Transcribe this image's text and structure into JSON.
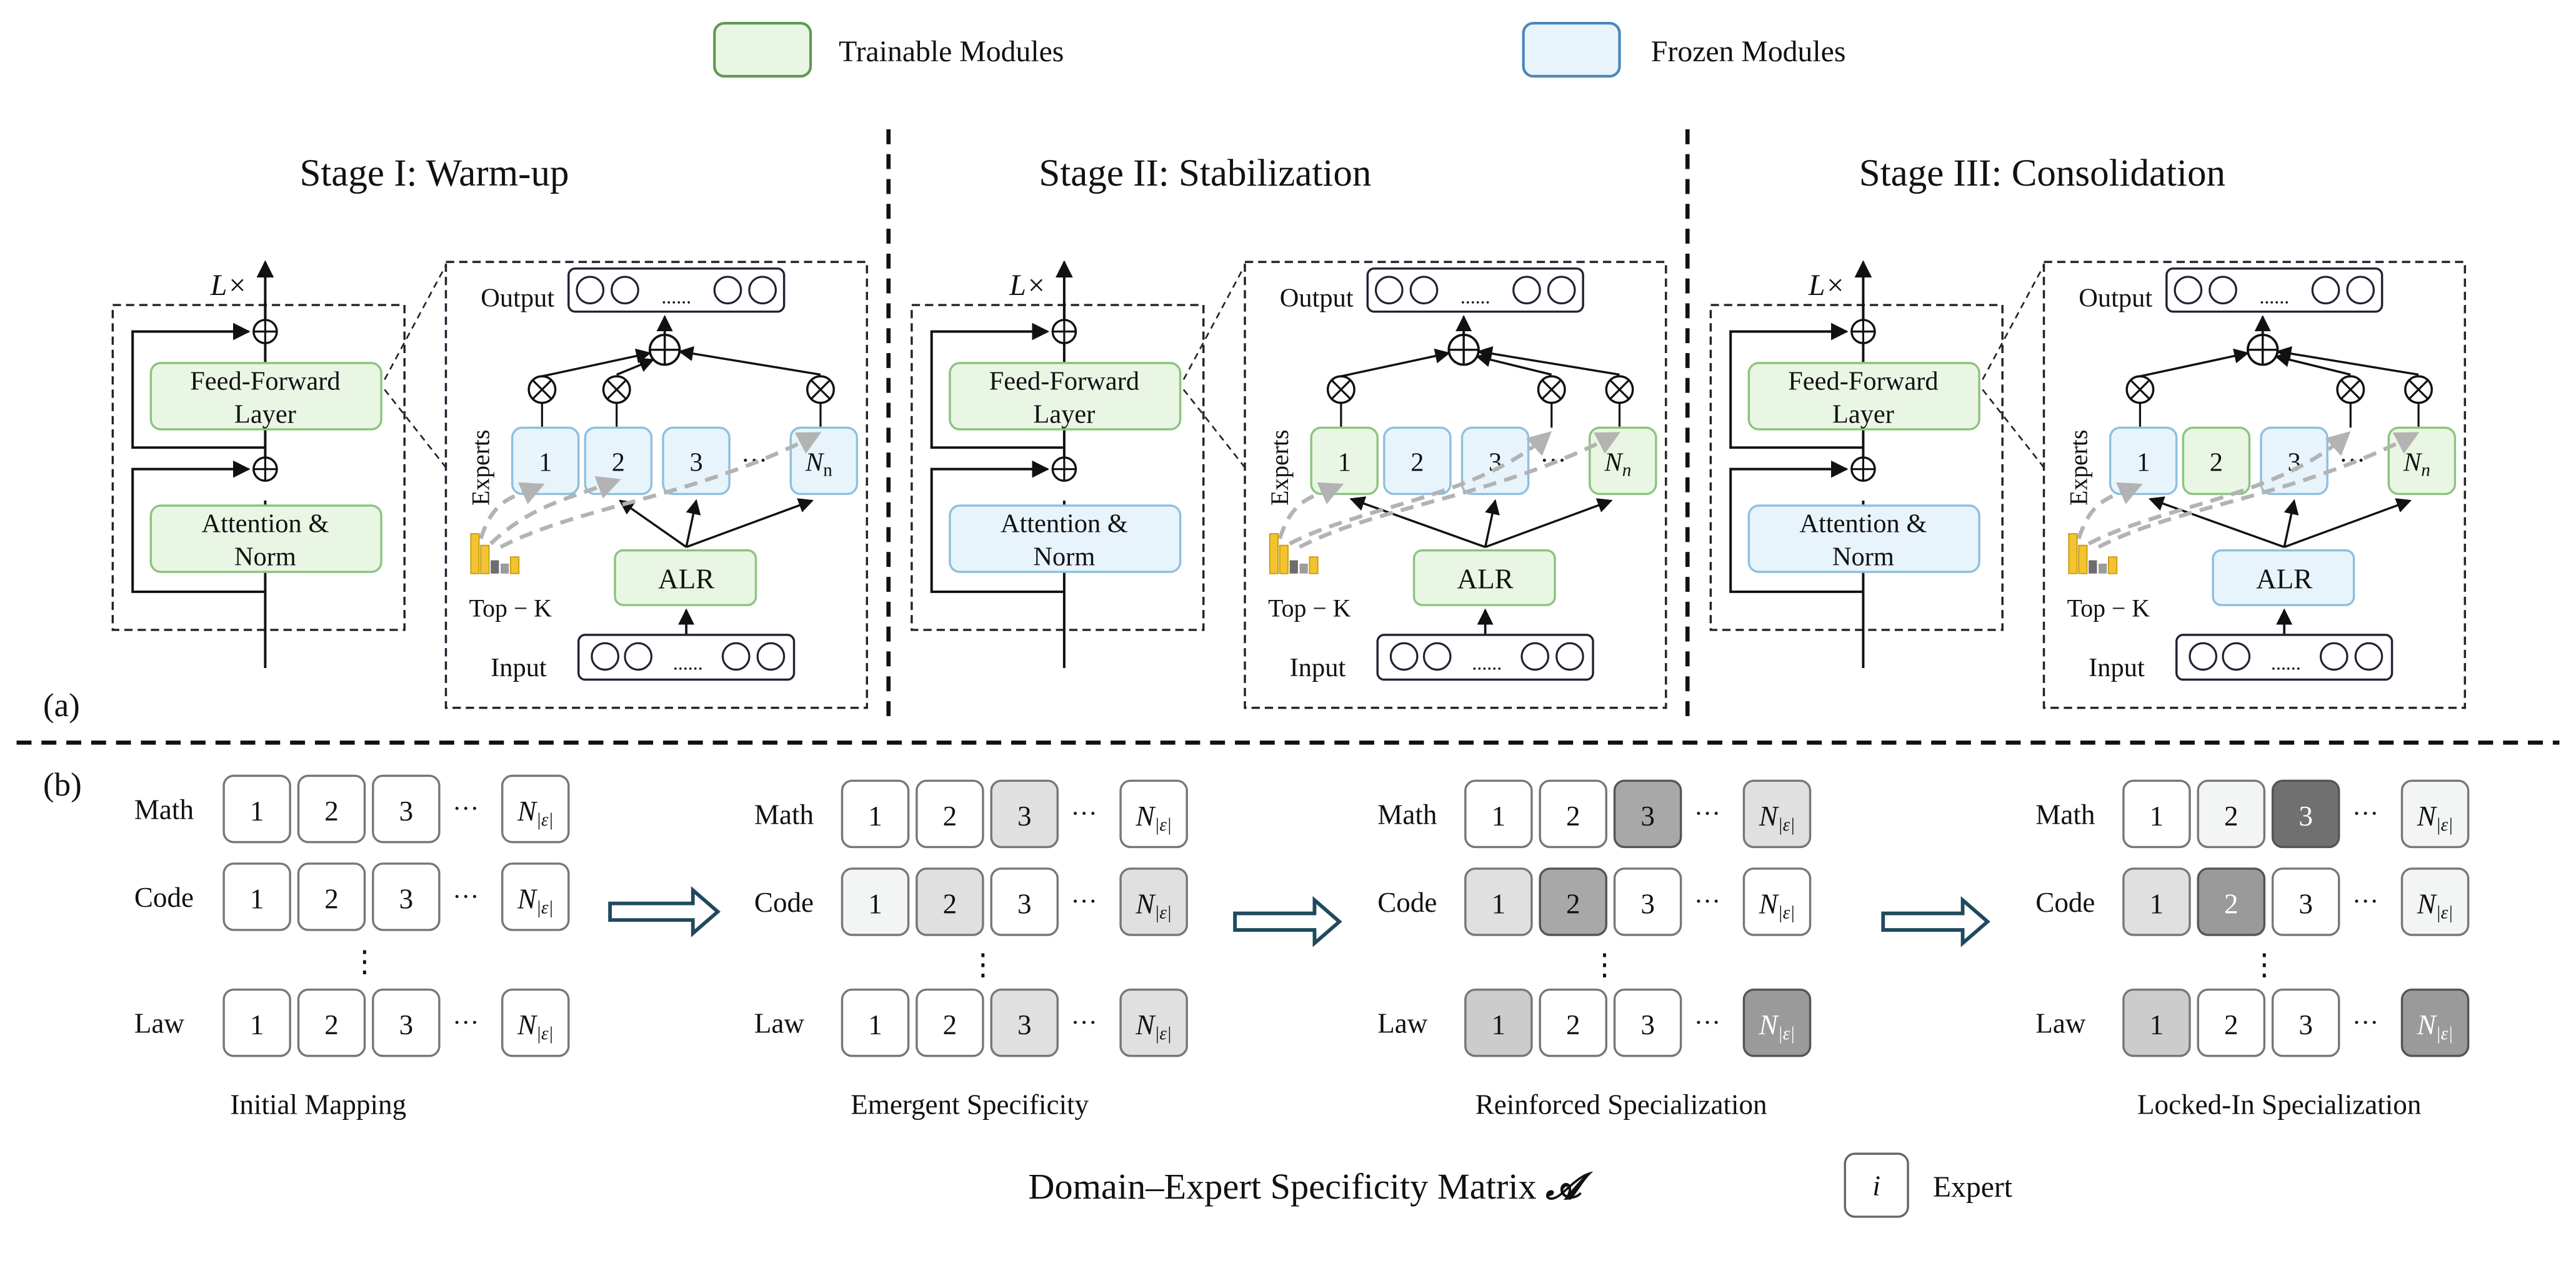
{
  "legend": {
    "trainable_label": "Trainable Modules",
    "frozen_label": "Frozen Modules",
    "trainable_fill": "#eaf6e4",
    "trainable_stroke": "#5f9a52",
    "frozen_fill": "#e8f4fb",
    "frozen_stroke": "#4d86b6"
  },
  "panel_a": {
    "label": "(a)",
    "stages": [
      {
        "title": "Stage I: Warm-up",
        "layer_repeat": "L×",
        "ffn_label_1": "Feed-Forward",
        "ffn_label_2": "Layer",
        "attn_label_1": "Attention &",
        "attn_label_2": "Norm",
        "ffn_state": "trainable",
        "attn_state": "trainable",
        "output_label": "Output",
        "input_label": "Input",
        "experts_label": "Experts",
        "topk_label": "Top − K",
        "router_label": "ALR",
        "router_state": "trainable",
        "token_dots": "......",
        "experts": [
          {
            "label": "1",
            "state": "frozen"
          },
          {
            "label": "2",
            "state": "frozen"
          },
          {
            "label": "3",
            "state": "frozen"
          },
          {
            "label": "N",
            "sub": "n",
            "state": "frozen"
          }
        ]
      },
      {
        "title": "Stage II: Stabilization",
        "layer_repeat": "L×",
        "ffn_label_1": "Feed-Forward",
        "ffn_label_2": "Layer",
        "attn_label_1": "Attention &",
        "attn_label_2": "Norm",
        "ffn_state": "trainable",
        "attn_state": "frozen",
        "output_label": "Output",
        "input_label": "Input",
        "experts_label": "Experts",
        "topk_label": "Top − K",
        "router_label": "ALR",
        "router_state": "trainable",
        "token_dots": "......",
        "experts": [
          {
            "label": "1",
            "state": "trainable"
          },
          {
            "label": "2",
            "state": "frozen"
          },
          {
            "label": "3",
            "state": "frozen"
          },
          {
            "label": "N",
            "sub": "n",
            "state": "trainable"
          }
        ]
      },
      {
        "title": "Stage III: Consolidation",
        "layer_repeat": "L×",
        "ffn_label_1": "Feed-Forward",
        "ffn_label_2": "Layer",
        "attn_label_1": "Attention &",
        "attn_label_2": "Norm",
        "ffn_state": "trainable",
        "attn_state": "frozen",
        "output_label": "Output",
        "input_label": "Input",
        "experts_label": "Experts",
        "topk_label": "Top − K",
        "router_label": "ALR",
        "router_state": "frozen",
        "token_dots": "......",
        "experts": [
          {
            "label": "1",
            "state": "frozen"
          },
          {
            "label": "2",
            "state": "trainable"
          },
          {
            "label": "3",
            "state": "frozen"
          },
          {
            "label": "N",
            "sub": "n",
            "state": "trainable"
          }
        ]
      }
    ]
  },
  "panel_b": {
    "label": "(b)",
    "domains": [
      "Math",
      "Code",
      "Law"
    ],
    "expert_labels": [
      "1",
      "2",
      "3"
    ],
    "last_expert_main": "N",
    "last_expert_sub": "|ε|",
    "ellipsis": "···",
    "vertical_ellipsis": "⋮",
    "matrices": [
      {
        "caption": "Initial  Mapping",
        "shades": [
          [
            0,
            0,
            0,
            0
          ],
          [
            0,
            0,
            0,
            0
          ],
          [
            0,
            0,
            0,
            0
          ]
        ]
      },
      {
        "caption": "Emergent Specificity",
        "shades": [
          [
            0,
            0,
            2,
            0
          ],
          [
            1,
            2,
            0,
            2
          ],
          [
            0,
            0,
            2,
            2
          ]
        ]
      },
      {
        "caption": "Reinforced Specialization",
        "shades": [
          [
            0,
            0,
            4,
            2
          ],
          [
            2,
            4,
            0,
            0
          ],
          [
            3,
            0,
            0,
            5
          ]
        ]
      },
      {
        "caption": "Locked-In Specialization",
        "shades": [
          [
            0,
            1,
            6,
            1
          ],
          [
            2,
            5,
            0,
            1
          ],
          [
            3,
            0,
            0,
            5
          ]
        ]
      }
    ],
    "shade_palette": [
      "#ffffff",
      "#f3f5f5",
      "#e0e0e0",
      "#cccccc",
      "#a8a8a8",
      "#9a9a9a",
      "#707070"
    ],
    "footer_title": "Domain–Expert Specificity Matrix ",
    "footer_symbol": "𝓐",
    "expert_key_symbol": "i",
    "expert_key_label": "Expert"
  }
}
